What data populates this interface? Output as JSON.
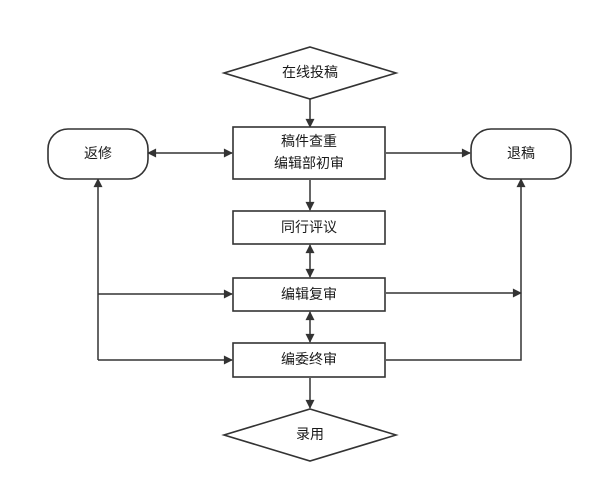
{
  "nodes": {
    "submit": "在线投稿",
    "first_review_line1": "稿件查重",
    "first_review_line2": "编辑部初审",
    "revise": "返修",
    "reject": "退稿",
    "peer_review": "同行评议",
    "re_review": "编辑复审",
    "final_review": "编委终审",
    "accept": "录用"
  },
  "colors": {
    "stroke": "#333333",
    "fill": "#ffffff",
    "text": "#1a1a1a"
  }
}
